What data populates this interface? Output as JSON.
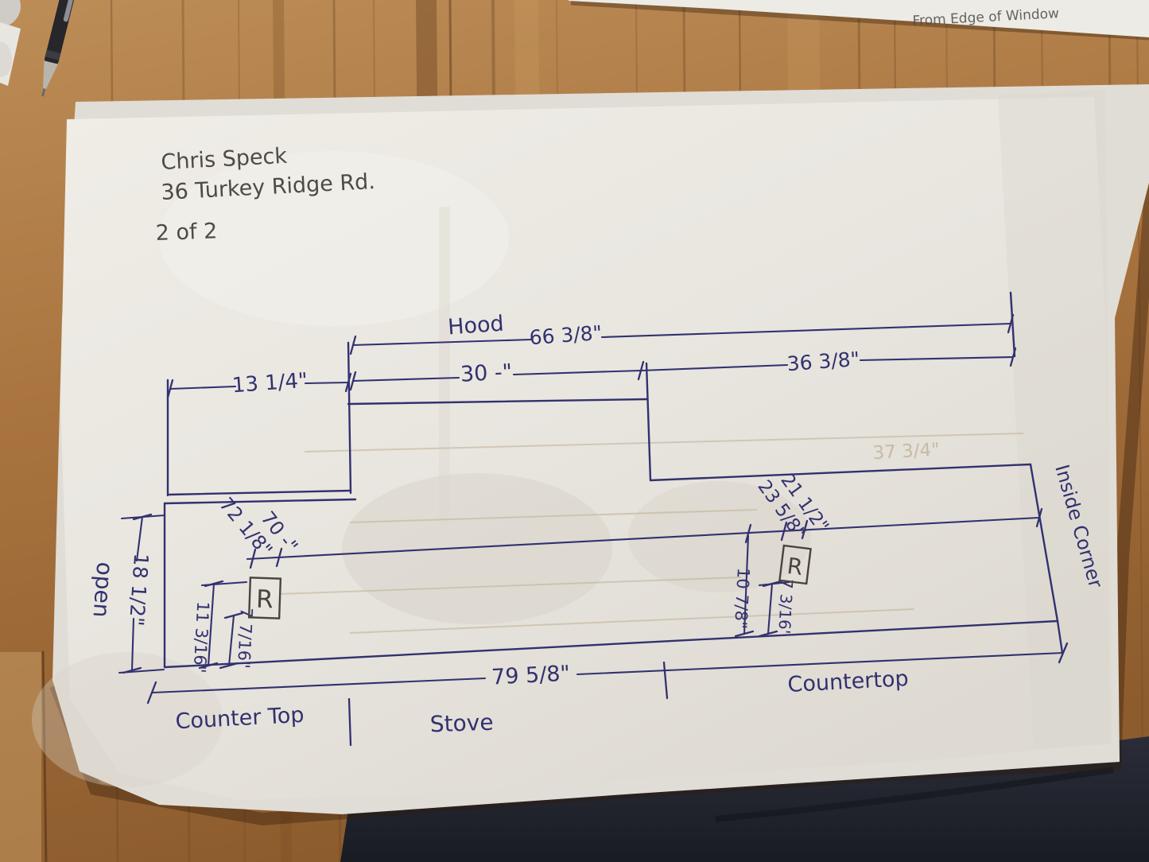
{
  "colors": {
    "ink": "#32316f",
    "pencil": "#4d4b46",
    "pencil-faint": "#c3b49a",
    "graphite": "#4a453c",
    "paper": "#ebe8e2",
    "paper-under": "#e0ddd6",
    "note-paper": "#edebe5",
    "wood": "#a9743f",
    "denim": "#23252f"
  },
  "header": {
    "name": "Chris Speck",
    "address": "36 Turkey Ridge Rd.",
    "page": "2 of 2"
  },
  "note": {
    "text": "From Edge of Window"
  },
  "diagram": {
    "hood": "Hood",
    "dim_hood_total": "66 3/8\"",
    "dim_hood_left": "30 -\"",
    "dim_hood_right": "36 3/8\"",
    "dim_left_wall": "13 1/4\"",
    "open": "open",
    "dim_open_depth": "18 1/2\"",
    "dim_left_outlet_far": "72 1/8\"",
    "dim_left_outlet_near": "70 -\"",
    "dim_left_outlet_top": "11 3/16\"",
    "dim_left_outlet_bottom": "7 7/16\"",
    "dim_right_outlet_far": "23 5/8\"",
    "dim_right_outlet_near": "21 1/2\"",
    "dim_right_outlet_top": "10 7/8\"",
    "dim_right_outlet_bottom": "7 3/16\"",
    "dim_total_length": "79 5/8\"",
    "dim_faint_pencil": "37 3/4\"",
    "inside_corner": "Inside Corner",
    "countertop_right": "Countertop",
    "countertop_left": "Counter Top",
    "stove": "Stove",
    "receptacle_left": "R",
    "receptacle_right": "R"
  }
}
